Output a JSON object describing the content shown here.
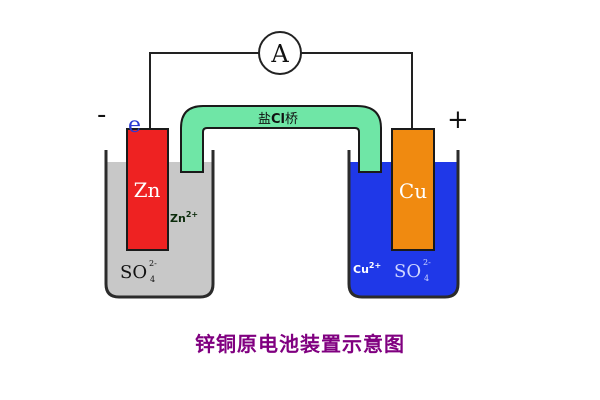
{
  "colors": {
    "left_solution": "#c8c8c8",
    "right_solution": "#1f38e8",
    "zinc_electrode": "#ee2222",
    "copper_electrode": "#f08a10",
    "salt_bridge": "#6fe6a6",
    "wire": "#222222",
    "caption": "#800080",
    "electron_label": "#2a3bd4"
  },
  "diagram": {
    "ammeter": "A",
    "negative_sign": "-",
    "positive_sign": "+",
    "electron": "e",
    "salt_bridge_label": "盐",
    "salt_bridge_cl": "Cl",
    "salt_bridge_suffix": "桥",
    "left_beaker": {
      "electrode": "Zn",
      "ion": "Zn",
      "ion_charge": "2+",
      "anion": "SO",
      "anion_sub": "4",
      "anion_sup": "2-"
    },
    "right_beaker": {
      "electrode": "Cu",
      "ion": "Cu",
      "ion_charge": "2+",
      "anion": "SO",
      "anion_sub": "4",
      "anion_sup": "2-"
    }
  },
  "caption": "锌铜原电池装置示意图"
}
